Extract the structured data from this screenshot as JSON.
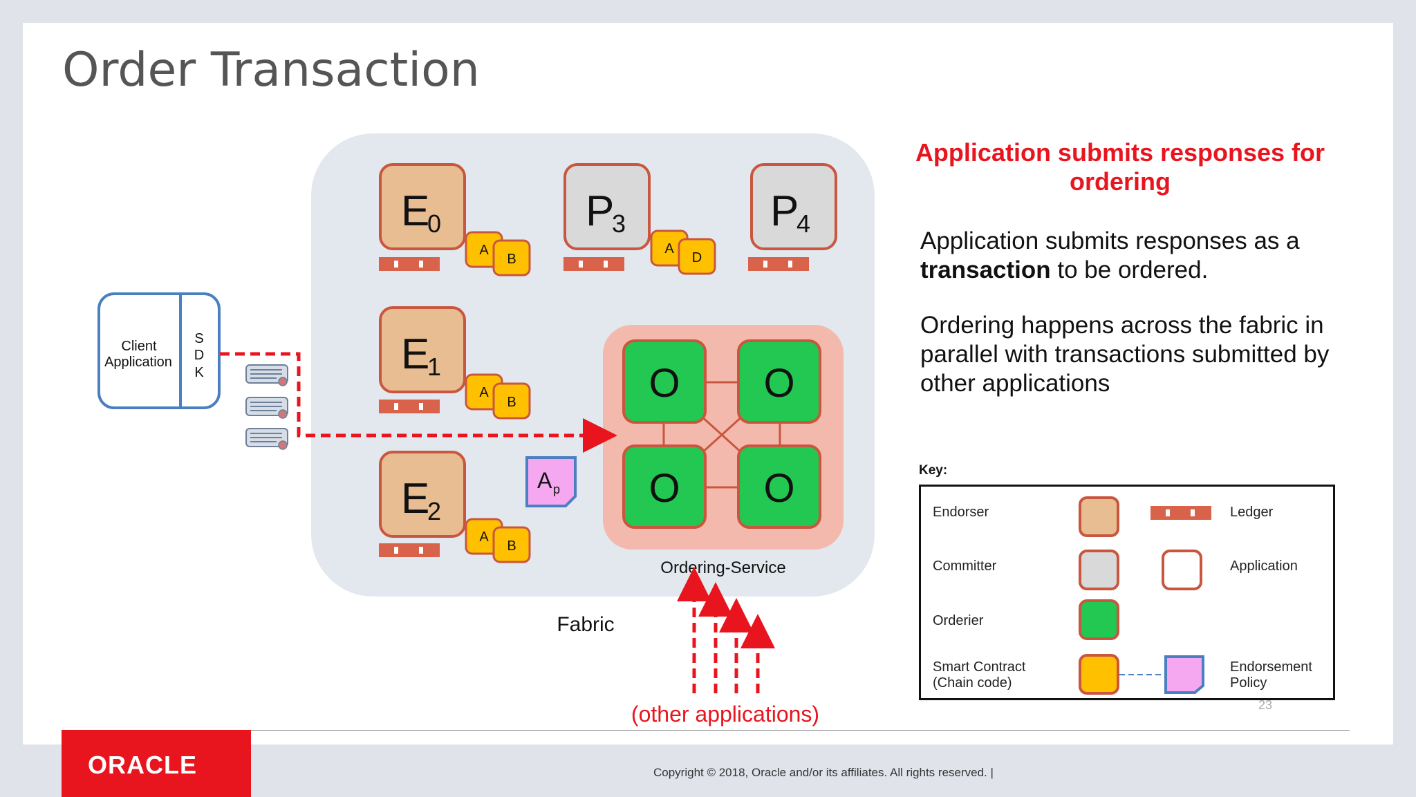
{
  "slide": {
    "title": "Order Transaction",
    "page_number": "23",
    "copyright": "Copyright © 2018, Oracle and/or its affiliates. All rights reserved.  |",
    "logo_text": "ORACLE"
  },
  "right_panel": {
    "heading": "Application submits responses for ordering",
    "para1_pre": "Application submits responses as a",
    "para1_bold": "transaction",
    "para1_post": " to be ordered.",
    "para2": "Ordering happens across the fabric in parallel with transactions submitted by other applications"
  },
  "diagram": {
    "client_app_line1": "Client",
    "client_app_line2": "Application",
    "sdk": [
      "S",
      "D",
      "K"
    ],
    "fabric_label": "Fabric",
    "ordering_service_label": "Ordering-Service",
    "other_apps_label": "(other applications)",
    "nodes": {
      "e0": {
        "letter": "E",
        "sub": "0"
      },
      "e1": {
        "letter": "E",
        "sub": "1"
      },
      "e2": {
        "letter": "E",
        "sub": "2"
      },
      "p3": {
        "letter": "P",
        "sub": "3"
      },
      "p4": {
        "letter": "P",
        "sub": "4"
      }
    },
    "chaincodes": {
      "e0": [
        "A",
        "B"
      ],
      "p3": [
        "A",
        "D"
      ],
      "e1": [
        "A",
        "B"
      ],
      "e2": [
        "A",
        "B"
      ]
    },
    "orderer_letter": "O",
    "policy": {
      "letter": "A",
      "sub": "p"
    }
  },
  "key": {
    "label": "Key:",
    "endorser": "Endorser",
    "ledger": "Ledger",
    "committer": "Committer",
    "application": "Application",
    "orderer": "Orderier",
    "smart_contract_line1": "Smart Contract",
    "smart_contract_line2": "(Chain code)",
    "endorsement_line1": "Endorsement",
    "endorsement_line2": "Policy"
  },
  "colors": {
    "endorser": "#e8bd92",
    "committer": "#d9d9d9",
    "orderer": "#22c852",
    "chaincode": "#ffc000",
    "policy": "#f5a8f0",
    "ledger": "#d9624a",
    "node_border": "#c9563f",
    "fabric_bg": "#e3e8ee",
    "ordering_bg": "#f4b9ad",
    "arrow": "#e8141e",
    "client_border": "#4a7fc1"
  }
}
